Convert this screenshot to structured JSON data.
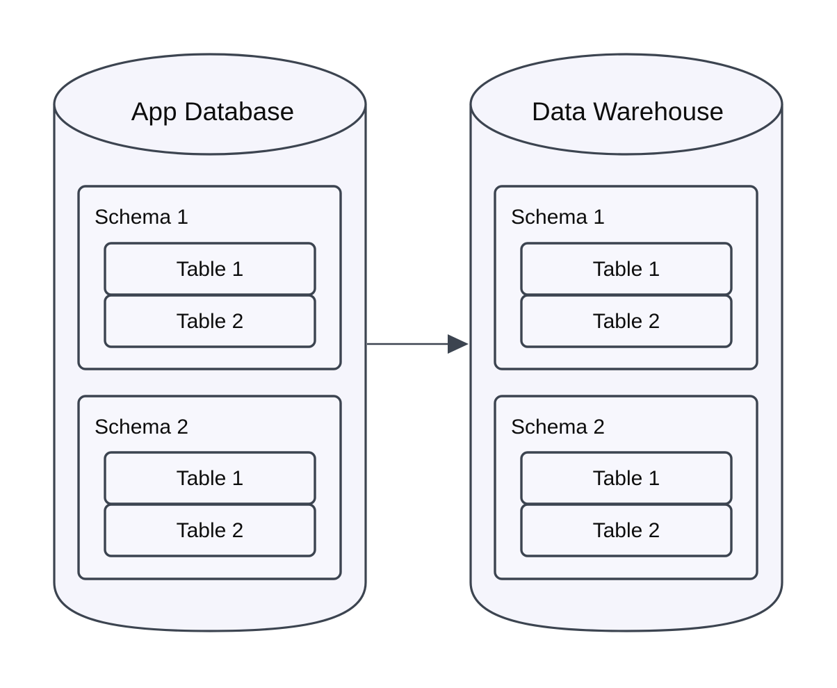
{
  "diagram": {
    "type": "data-flow-diagram",
    "background_color": "#ffffff",
    "shape_fill": "#f5f5fc",
    "shape_stroke": "#3c4450",
    "text_color": "#0d0d0d",
    "nodes": [
      {
        "id": "app-database",
        "kind": "cylinder",
        "title": "App Database",
        "schemas": [
          {
            "label": "Schema 1",
            "tables": [
              {
                "label": "Table 1"
              },
              {
                "label": "Table 2"
              }
            ]
          },
          {
            "label": "Schema 2",
            "tables": [
              {
                "label": "Table 1"
              },
              {
                "label": "Table 2"
              }
            ]
          }
        ]
      },
      {
        "id": "data-warehouse",
        "kind": "cylinder",
        "title": "Data Warehouse",
        "schemas": [
          {
            "label": "Schema 1",
            "tables": [
              {
                "label": "Table 1"
              },
              {
                "label": "Table 2"
              }
            ]
          },
          {
            "label": "Schema 2",
            "tables": [
              {
                "label": "Table 1"
              },
              {
                "label": "Table 2"
              }
            ]
          }
        ]
      }
    ],
    "edges": [
      {
        "id": "app-database-to-data-warehouse",
        "from": "app-database",
        "to": "data-warehouse",
        "label": "",
        "style": "solid",
        "arrowhead": "filled-triangle"
      }
    ]
  }
}
